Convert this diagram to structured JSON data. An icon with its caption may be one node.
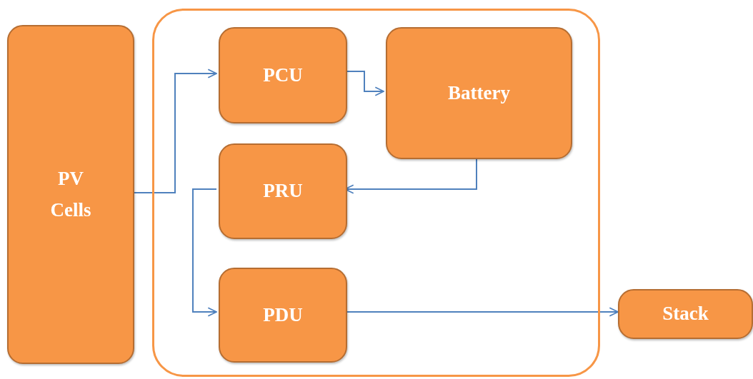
{
  "diagram": {
    "nodes": [
      {
        "text": [
          "PV Cells"
        ]
      },
      {
        "text": [],
        "shape": "box"
      },
      {
        "text": [
          "PCU"
        ],
        "in": 1
      },
      {
        "text": [
          "Battery"
        ],
        "in": 1
      },
      {
        "text": [
          "PRU"
        ],
        "in": 1
      },
      {
        "text": [
          "PDU"
        ],
        "in": 1
      },
      {
        "text": [
          "Stack"
        ]
      }
    ],
    "edges": [
      {
        "from": 0,
        "to": 2,
        "arrow": "to"
      },
      {
        "from": 2,
        "to": 3,
        "arrow": "to"
      },
      {
        "from": 3,
        "to": 4,
        "arrow": "to"
      },
      {
        "from": 4,
        "to": 5,
        "arrow": "to"
      },
      {
        "from": 5,
        "to": 6,
        "arrow": "to"
      }
    ]
  }
}
